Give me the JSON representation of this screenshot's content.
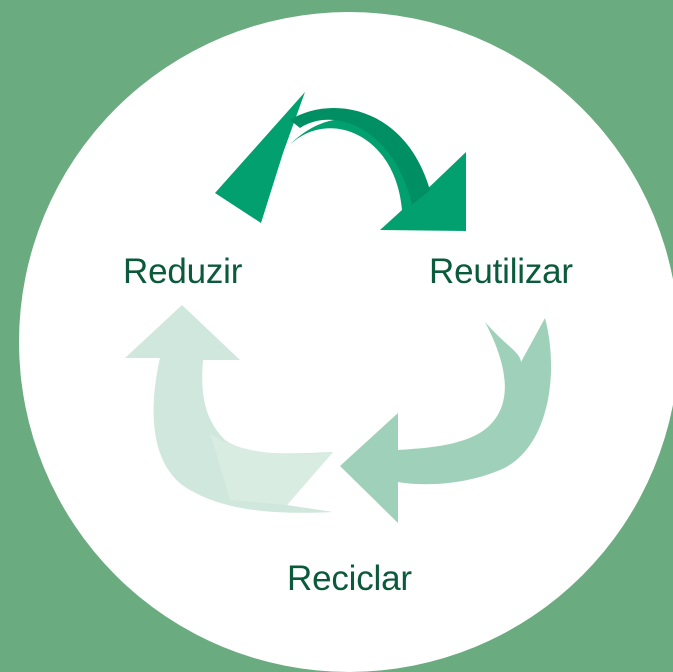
{
  "labels": {
    "reduce": "Reduzir",
    "reuse": "Reutilizar",
    "recycle": "Reciclar"
  },
  "colors": {
    "background": "#6aab7f",
    "circle": "#ffffff",
    "text": "#0b5a3c",
    "arrow_reduce_reuse": "#02a06e",
    "arrow_reduce_reuse_inner": "#008f62",
    "arrow_reuse_recycle": "#9fd0ba",
    "arrow_recycle_reduce": "#cfe7dc"
  },
  "icons": [
    "recycle-arrow-icon"
  ]
}
